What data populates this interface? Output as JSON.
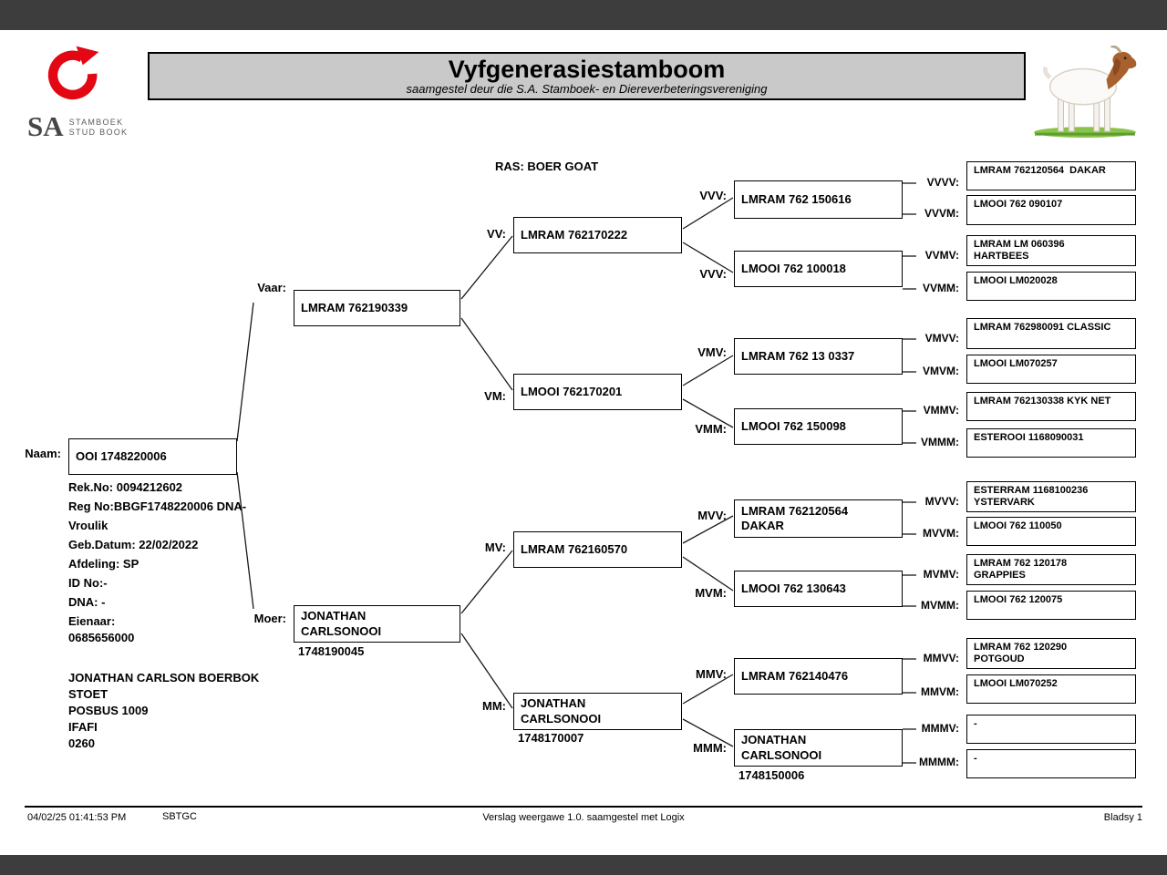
{
  "header": {
    "title": "Vyfgenerasiestamboom",
    "subtitle": "saamgestel deur die S.A. Stamboek- en Diereverbeteringsvereniging",
    "breed_label": "RAS: BOER GOAT",
    "logo": {
      "sa": "SA",
      "stamboek": "STAMBOEK",
      "studbook": "STUD BOOK"
    }
  },
  "colors": {
    "logo_red": "#e30613",
    "title_bg": "#c9c9c9",
    "grass_green": "#8bc34a",
    "goat_brown": "#a8602f"
  },
  "subject": {
    "details": [
      "Rek.No: 0094212602",
      "Reg No:BBGF1748220006 DNA-",
      "Vroulik",
      "Geb.Datum: 22/02/2022",
      "Afdeling: SP",
      "ID No:-",
      "DNA: -"
    ],
    "owner": [
      "Eienaar:",
      "0685656000",
      "JONATHAN CARLSON BOERBOK STOET",
      "POSBUS 1009",
      "IFAFI",
      "0260"
    ]
  },
  "pedigree": {
    "nodes": [
      {
        "id": "naam",
        "label": "Naam:",
        "name": "OOI 1748220006"
      },
      {
        "id": "vaar",
        "label": "Vaar:",
        "name": "LMRAM 762190339"
      },
      {
        "id": "moer",
        "label": "Moer:",
        "name": "JONATHAN\nCARLSONOOI",
        "sub": "1748190045"
      },
      {
        "id": "vv",
        "label": "VV:",
        "name": "LMRAM 762170222"
      },
      {
        "id": "vm",
        "label": "VM:",
        "name": "LMOOI 762170201"
      },
      {
        "id": "mv",
        "label": "MV:",
        "name": "LMRAM 762160570"
      },
      {
        "id": "mm",
        "label": "MM:",
        "name": "JONATHAN\nCARLSONOOI",
        "sub": "1748170007"
      },
      {
        "id": "vvv1",
        "label": "VVV:",
        "name": "LMRAM 762 150616"
      },
      {
        "id": "vvv2",
        "label": "VVV:",
        "name": "LMOOI 762 100018"
      },
      {
        "id": "vmv",
        "label": "VMV:",
        "name": "LMRAM 762 13 0337"
      },
      {
        "id": "vmm",
        "label": "VMM:",
        "name": "LMOOI 762 150098"
      },
      {
        "id": "mvv",
        "label": "MVV:",
        "name": "LMRAM 762120564\nDAKAR"
      },
      {
        "id": "mvm",
        "label": "MVM:",
        "name": "LMOOI 762 130643"
      },
      {
        "id": "mmv",
        "label": "MMV:",
        "name": "LMRAM 762140476"
      },
      {
        "id": "mmm",
        "label": "MMM:",
        "name": "JONATHAN\nCARLSONOOI",
        "sub": "1748150006"
      },
      {
        "id": "vvvv",
        "label": "VVVV:",
        "name": "LMRAM 762120564  DAKAR"
      },
      {
        "id": "vvvm",
        "label": "VVVM:",
        "name": "LMOOI 762 090107"
      },
      {
        "id": "vvmv",
        "label": "VVMV:",
        "name": "LMRAM LM 060396\nHARTBEES"
      },
      {
        "id": "vvmm",
        "label": "VVMM:",
        "name": "LMOOI LM020028"
      },
      {
        "id": "vmvv",
        "label": "VMVV:",
        "name": "LMRAM 762980091 CLASSIC"
      },
      {
        "id": "vmvm",
        "label": "VMVM:",
        "name": "LMOOI LM070257"
      },
      {
        "id": "vmmv",
        "label": "VMMV:",
        "name": "LMRAM 762130338 KYK NET"
      },
      {
        "id": "vmmm",
        "label": "VMMM:",
        "name": "ESTEROOI 1168090031"
      },
      {
        "id": "mvvv",
        "label": "MVVV:",
        "name": "ESTERRAM 1168100236\nYSTERVARK"
      },
      {
        "id": "mvvm",
        "label": "MVVM:",
        "name": "LMOOI 762 110050"
      },
      {
        "id": "mvmv",
        "label": "MVMV:",
        "name": "LMRAM 762 120178\nGRAPPIES"
      },
      {
        "id": "mvmm",
        "label": "MVMM:",
        "name": "LMOOI 762 120075"
      },
      {
        "id": "mmvv",
        "label": "MMVV:",
        "name": "LMRAM 762 120290\nPOTGOUD"
      },
      {
        "id": "mmvm",
        "label": "MMVM:",
        "name": "LMOOI LM070252"
      },
      {
        "id": "mmmv",
        "label": "MMMV:",
        "name": "-"
      },
      {
        "id": "mmmm",
        "label": "MMMM:",
        "name": "-"
      }
    ]
  },
  "footer": {
    "datetime": "04/02/25 01:41:53 PM",
    "code": "SBTGC",
    "center": "Verslag weergawe 1.0. saamgestel met Logix",
    "page": "Bladsy 1"
  }
}
